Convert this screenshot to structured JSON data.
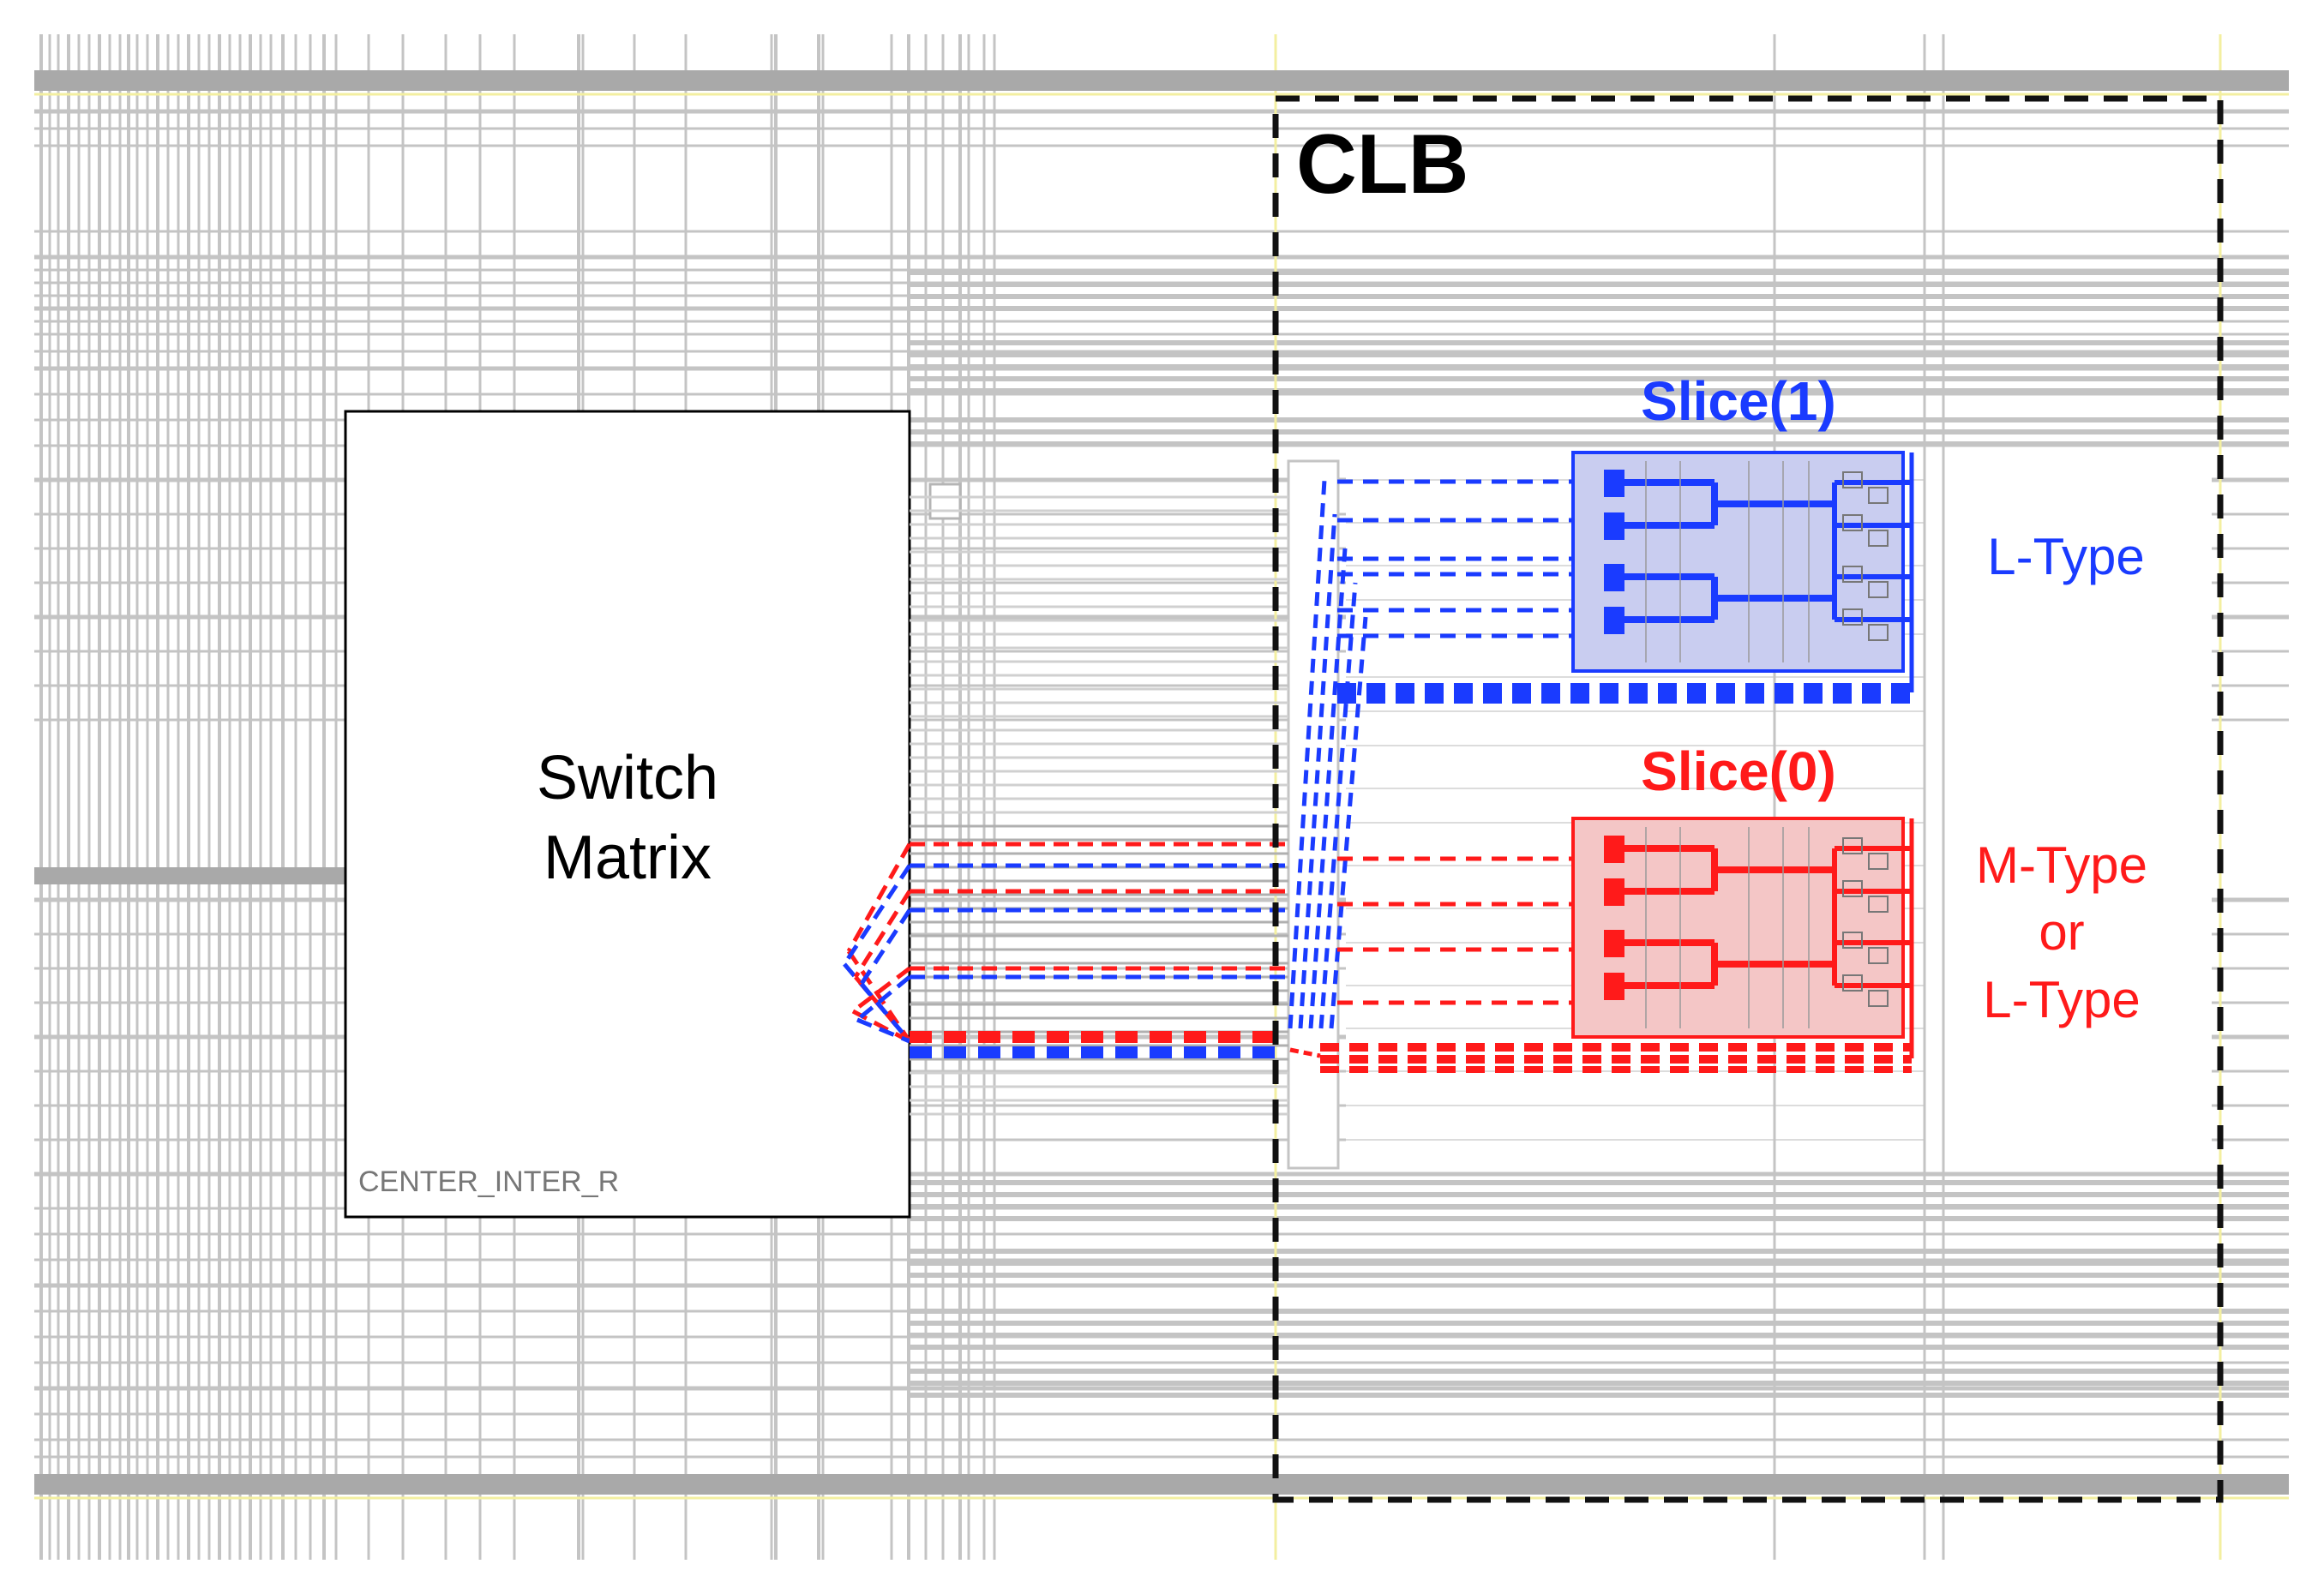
{
  "clb": {
    "label": "CLB"
  },
  "switch_matrix": {
    "label_line1": "Switch",
    "label_line2": "Matrix",
    "tile_name": "CENTER_INTER_R"
  },
  "slice_1": {
    "label": "Slice(1)",
    "type_label": "L-Type"
  },
  "slice_0": {
    "label": "Slice(0)",
    "type_line1": "M-Type",
    "type_line2": "or",
    "type_line3": "L-Type"
  },
  "colors": {
    "background": "#ffffff",
    "routing_gray": "#c4c4c4",
    "routing_dark": "#a9a9a9",
    "slice_1_blue": "#1a3bff",
    "slice_1_fill": "#c9cdf0",
    "slice_0_red": "#ff1a1a",
    "slice_0_fill": "#f4c6c6",
    "clb_border": "#111111",
    "yellow_line": "#f3efa0"
  }
}
